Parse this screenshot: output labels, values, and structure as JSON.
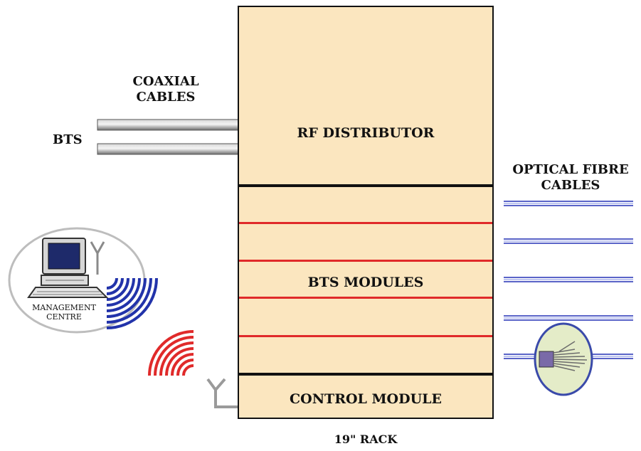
{
  "labels": {
    "coaxial_cables": [
      "COAXIAL",
      "CABLES"
    ],
    "bts": "BTS",
    "rf_distributor": "RF DISTRIBUTOR",
    "optical_fibre_cables": [
      "OPTICAL FIBRE",
      "CABLES"
    ],
    "bts_modules": "BTS MODULES",
    "management_centre": [
      "MANAGEMENT",
      "CENTRE"
    ],
    "control_module": "CONTROL MODULE",
    "rack": "19\" RACK"
  },
  "colors": {
    "rack_fill": "#fbe6bf",
    "module_separator": "#e02a2a",
    "section_divider": "#111111",
    "fibre": "#5a64c8",
    "wireless_red": "#e02a2a",
    "wireless_blue": "#2233aa",
    "cable_grey": "#9a9a9a",
    "fibre_lens": "#e4ecc8"
  },
  "icons": [
    "computer-icon",
    "antenna-icon",
    "wireless-signal-icon",
    "fibre-cross-section-icon"
  ]
}
